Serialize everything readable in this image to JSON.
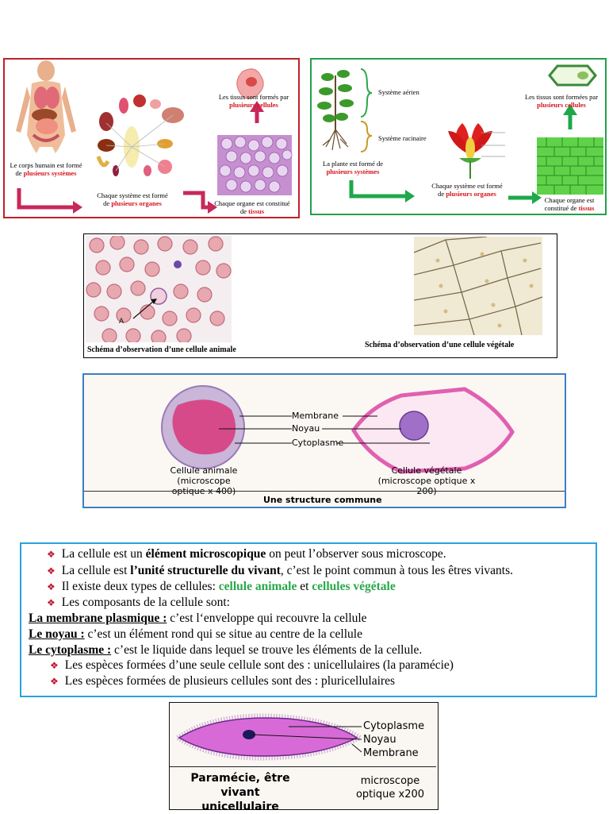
{
  "animal_panel": {
    "body_text": "Le corps humain est formé de",
    "body_red": "plusieurs systèmes",
    "system_text_1": "Chaque système est formé",
    "system_text_2": "de",
    "system_red": "plusieurs organes",
    "organ_text": "Chaque organe est constitué de",
    "organ_red": "tissus",
    "tissue_text": "Les tissus sont formés par",
    "tissue_red": "plusieurs cellules"
  },
  "plant_panel": {
    "aerial": "Système aérien",
    "root": "Système racinaire",
    "plant_text": "La plante est formé de",
    "plant_red": "plusieurs systèmes",
    "system_text_1": "Chaque système est formé",
    "system_text_2": "de",
    "system_red": "plusieurs organes",
    "organ_text": "Chaque organe est constitué de",
    "organ_red": "tissus",
    "tissue_text": "Les tissus sont formées par",
    "tissue_red": "plusieurs cellules"
  },
  "observation": {
    "animal_caption": "Schéma d’observation d’une cellule animale",
    "plant_caption": "Schéma d’observation d’une cellule végétale",
    "marker": "A"
  },
  "structure": {
    "labels": [
      "Membrane",
      "Noyau",
      "Cytoplasme"
    ],
    "animal_caption_1": "Cellule animale",
    "animal_caption_2": "(microscope optique x 400)",
    "plant_caption_1": "Cellule végétale",
    "plant_caption_2": "(microscope optique  x 200)",
    "footer": "Une structure commune"
  },
  "summary": {
    "b1_pre": "La cellule est un ",
    "b1_bold": "élément microscopique",
    "b1_post": " on peut l’observer sous microscope.",
    "b2_pre": "La cellule est ",
    "b2_bold": "l’unité structurelle du vivant",
    "b2_post": ", c’est le point commun à tous les êtres vivants.",
    "b3_pre": "Il existe deux types de cellules: ",
    "b3_g1": "cellule animale",
    "b3_mid": " et ",
    "b3_g2": "cellules végétale",
    "b4": "Les composants de la cellule sont:",
    "d1_term": "La membrane plasmique :",
    "d1_text": " c’est l‘enveloppe qui recouvre la cellule",
    "d2_term": "Le noyau :",
    "d2_text": " c’est un élément rond qui se situe au centre de la cellule",
    "d3_term": "Le cytoplasme :",
    "d3_text": " c’est le liquide dans lequel se trouve les éléments de la cellule.",
    "s1": "Les espèces formées d’une seule cellule sont des : unicellulaires (la paramécie)",
    "s2": "Les espèces formées de plusieurs cellules sont des : pluricellulaires"
  },
  "paramecium": {
    "labels": [
      "Cytoplasme",
      "Noyau",
      "Membrane"
    ],
    "caption_1": "Paramécie, être",
    "caption_2": "vivant unicellulaire",
    "micro_1": "microscope",
    "micro_2": "optique x200"
  },
  "colors": {
    "red_border": "#c0202a",
    "green_border": "#22a04a",
    "blue_border": "#29a3dc",
    "accent_red": "#d4141c",
    "accent_green": "#2aa84a"
  }
}
